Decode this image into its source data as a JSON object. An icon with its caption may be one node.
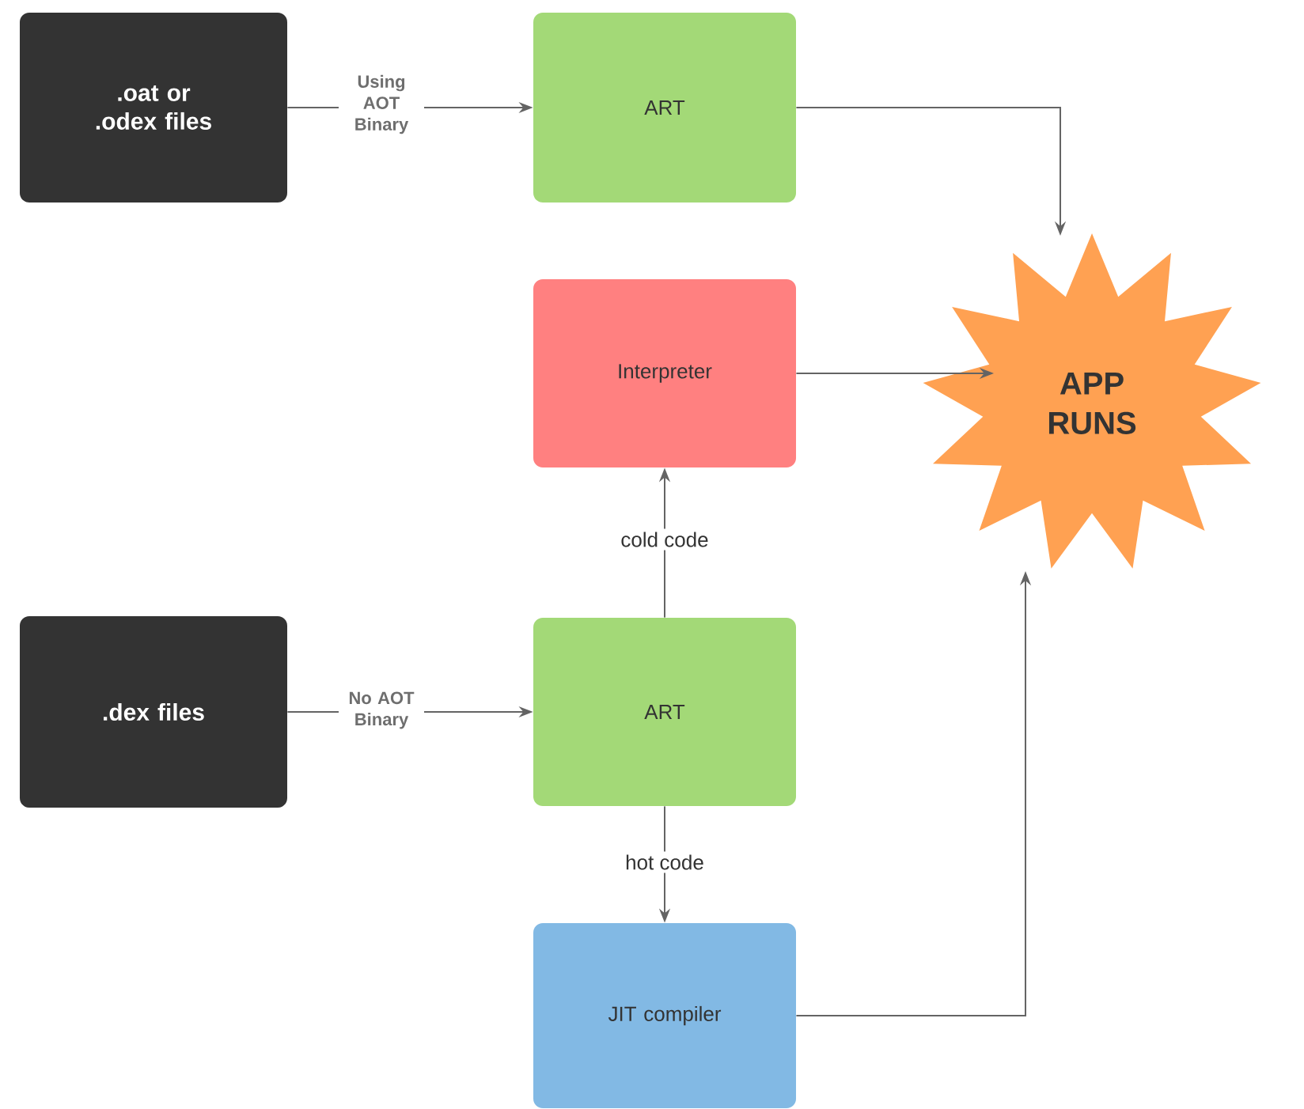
{
  "diagram": {
    "nodes": [
      {
        "text": [
          ".oat or .odex files"
        ]
      },
      {
        "text": [
          "ART"
        ]
      },
      {
        "text": [
          "Interpreter"
        ]
      },
      {
        "text": [
          "APP RUNS"
        ]
      },
      {
        "text": [
          ".dex files"
        ]
      },
      {
        "text": [
          "ART"
        ]
      },
      {
        "text": [
          "JIT compiler"
        ]
      }
    ],
    "edges": [
      {
        "from": 0,
        "to": 1,
        "arrow": "to",
        "label": "Using AOT Binary"
      },
      {
        "from": 1,
        "to": 3,
        "arrow": "to"
      },
      {
        "from": 2,
        "to": 3,
        "arrow": "to"
      },
      {
        "from": 5,
        "to": 2,
        "arrow": "to",
        "label": "cold code"
      },
      {
        "from": 4,
        "to": 5,
        "arrow": "to",
        "label": "No AOT Binary"
      },
      {
        "from": 5,
        "to": 6,
        "arrow": "to",
        "label": "hot code"
      },
      {
        "from": 6,
        "to": 3,
        "arrow": "to"
      }
    ]
  }
}
